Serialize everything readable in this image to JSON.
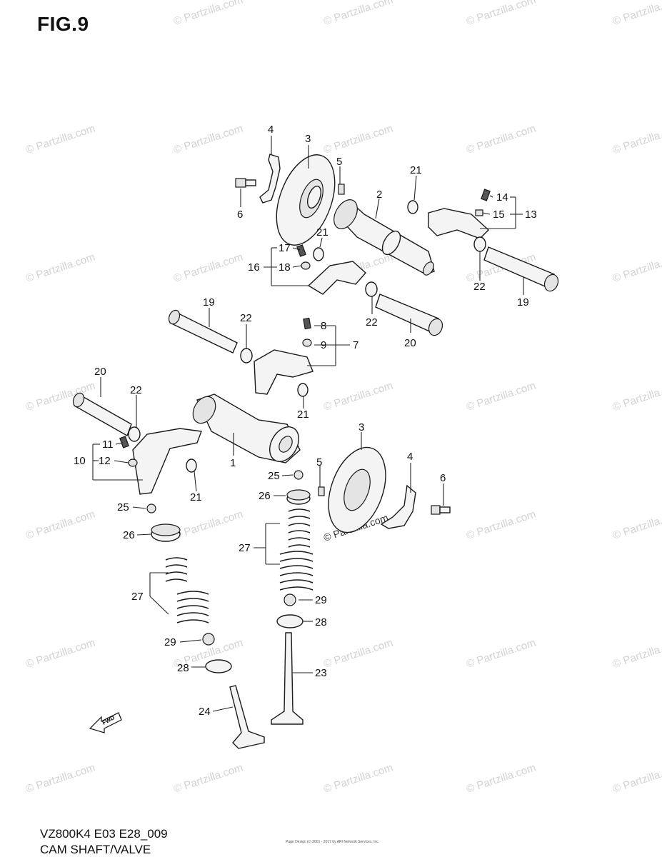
{
  "figure": {
    "title": "FIG.9"
  },
  "footer": {
    "code": "VZ800K4 E03 E28_009",
    "caption": "CAM SHAFT/VALVE",
    "small_print": "Page Design (c) 2001 - 2017 by ARI Network Services, Inc."
  },
  "watermark": {
    "text": "© Partzilla.com"
  },
  "fwd_label": "FWD",
  "callouts": [
    "1",
    "2",
    "3",
    "4",
    "5",
    "6",
    "7",
    "8",
    "9",
    "10",
    "11",
    "12",
    "13",
    "14",
    "15",
    "16",
    "17",
    "18",
    "19",
    "20",
    "21",
    "22",
    "23",
    "24",
    "25",
    "26",
    "27",
    "28",
    "29"
  ]
}
